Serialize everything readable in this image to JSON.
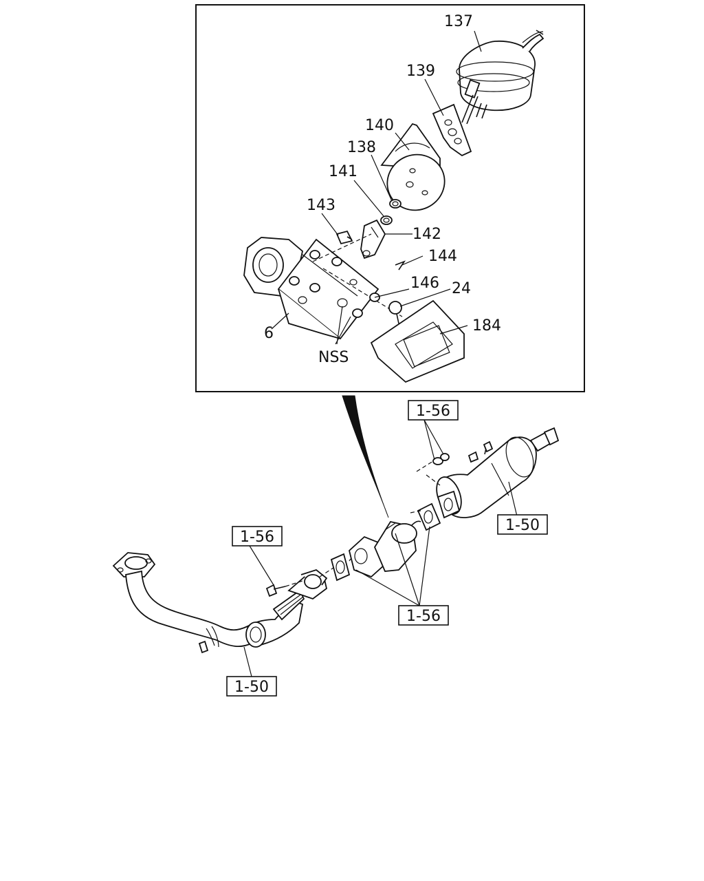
{
  "detail": {
    "callouts": [
      {
        "key": "137",
        "text": "137"
      },
      {
        "key": "139",
        "text": "139"
      },
      {
        "key": "140",
        "text": "140"
      },
      {
        "key": "138",
        "text": "138"
      },
      {
        "key": "141",
        "text": "141"
      },
      {
        "key": "143",
        "text": "143"
      },
      {
        "key": "142",
        "text": "142"
      },
      {
        "key": "144",
        "text": "144"
      },
      {
        "key": "146",
        "text": "146"
      },
      {
        "key": "24",
        "text": "24"
      },
      {
        "key": "184",
        "text": "184"
      },
      {
        "key": "6",
        "text": "6"
      },
      {
        "key": "NSS",
        "text": "NSS"
      }
    ]
  },
  "references": [
    {
      "text": "1-56"
    },
    {
      "text": "1-50"
    },
    {
      "text": "1-56"
    },
    {
      "text": "1-56"
    },
    {
      "text": "1-50"
    }
  ]
}
